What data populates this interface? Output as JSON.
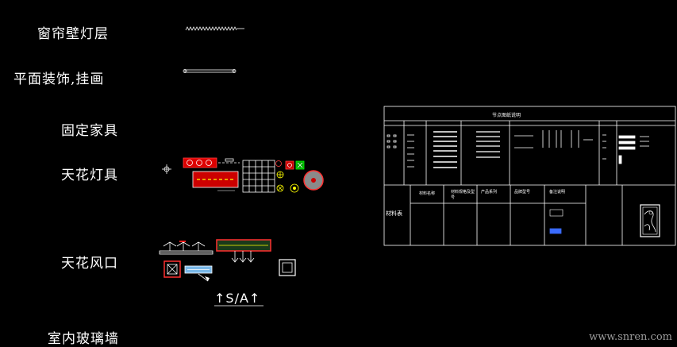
{
  "labels": {
    "curtain_wall_lamp": "窗帘壁灯层",
    "plane_decor": "平面装饰,挂画",
    "fixed_furniture": "固定家具",
    "ceiling_lamp": "天花灯具",
    "ceiling_vent": "天花风口",
    "indoor_glass_wall": "室内玻璃墙"
  },
  "section_mark": "↑S/A↑",
  "watermark": "www.snren.com",
  "table": {
    "title": "节点图纸说明",
    "side_label": "材料表",
    "lower_headers": [
      "材料名称",
      "材料规格及型号",
      "产品系列",
      "品牌型号",
      "备注说明"
    ]
  },
  "colors": {
    "background": "#000000",
    "line": "#ffffff",
    "accent_red": "#ff2020",
    "accent_yellow": "#ffff00",
    "accent_green": "#00ff00",
    "accent_blue": "#3a6bff"
  }
}
